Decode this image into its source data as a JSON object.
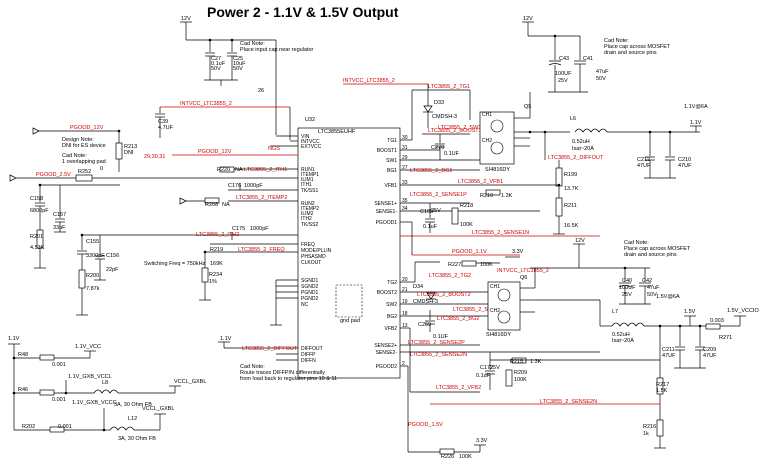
{
  "title": "Power 2 - 1.1V & 1.5V Output",
  "ic": {
    "ref": "U32",
    "part": "LTC3855EUHF",
    "pins_left": [
      "VIN",
      "INTVCC",
      "EXTVCC",
      "RUN1",
      "ITEMP1",
      "ILIM1",
      "ITH1",
      "TK/SS1",
      "RUN2",
      "ITEMP2",
      "ILIM2",
      "ITH2",
      "TK/SS2",
      "FREQ",
      "MODE/PLLIN",
      "PHSASMD",
      "CLKOUT",
      "SGND1",
      "SGND2",
      "PGND1",
      "PGND2",
      "NC",
      "DIFFOUT",
      "DIFFP",
      "DIFFN"
    ],
    "pins_right": [
      "TG1",
      "BOOST1",
      "SW1",
      "BG1",
      "VFB1",
      "SENSE1+",
      "SENSE1-",
      "PGOOD1",
      "TG2",
      "BOOST2",
      "SW2",
      "BG2",
      "VFB2",
      "SENSE2+",
      "SENSE2-",
      "PGOOD2"
    ],
    "pin_numbers_right": [
      "30",
      "31",
      "29",
      "27",
      "33",
      "35",
      "34",
      "",
      "20",
      "21",
      "19",
      "18",
      "13",
      "",
      "",
      "2"
    ]
  },
  "nets": {
    "v12": "12V",
    "intvcc": "INTVCC_LTC3855_2",
    "pgood_12v": "PGOOD_12V",
    "pgood_25v": "PGOOD_2.5V",
    "tg1": "LTC3855_2_TG1",
    "boost1": "LTC3855_2_BOOST1",
    "sw1": "LTC3855_2_SW1",
    "bg1": "LTC3855_2_BG1",
    "vfb1": "LTC3855_2_VFB1",
    "sense1p": "LTC3855_2_SENSE1P",
    "sense1n": "LTC3855_2_SENSE1N",
    "ith1": "LTC3855_2_ITH1",
    "itemp1": "LTC3855_2_ITEMP1",
    "ith2": "LTC3855_2_ITH2",
    "itemp2": "LTC3855_2_ITEMP2",
    "freq": "LTC3855_2_FREQ",
    "diffout": "LTC3855_2_DIFFOUT",
    "diffout2": "LTC3855_2_DIFFOUT",
    "pgood_11v": "PGOOD_1.1V",
    "tg2": "LTC3855_2_TG2",
    "boost2": "LTC3855_2_BOOST2",
    "sw2": "LTC3855_2_SW2",
    "bg2": "LTC3855_2_BG2",
    "vfb2": "LTC3855_2_VFB2",
    "sense2p": "LTC3855_2_SENSE2P",
    "sense2n": "LTC3855_2_SENSE2N",
    "pgood_15v": "PGOOD_1.5V",
    "v11_out": "1.1V@6A",
    "v11": "1.1V",
    "v15_out": "1.5V@6A",
    "v15": "1.5V",
    "vccio": "1.5V_VCCIO",
    "v11_vcc": "1.1V_VCC",
    "v11_gxb_vccl": "1.1V_GXB_VCCL",
    "v11_gxb_vccc": "1.1V_GXB_VCCC",
    "vccl_gxbl": "VCCL_GXBL",
    "vccl_gxbl2": "VCCL_GXBL",
    "v33": "3.3V",
    "ngs": "NGS",
    "num_2930": "29,30,31",
    "num_26": "26",
    "num_0": "0",
    "v12b": "12V",
    "v12c": "12V",
    "intvcc2": "INTVCC_LTC3855_2",
    "v11b": "1.1V",
    "v11c": "1.1V",
    "v12d": "12V"
  },
  "notes": {
    "input_cap": [
      "Cad Note:",
      "Place input cap near regulator"
    ],
    "mosfet1": [
      "Cad Note:",
      "Place cap across MOSFET",
      "drain and source pins"
    ],
    "mosfet2": [
      "Cad Note:",
      "Place cap across MOSFET",
      "drain and source pins"
    ],
    "design": [
      "Design Note:",
      "DNI for ES device"
    ],
    "overlap": [
      "Cad Note:",
      "1 overlapping pad"
    ],
    "diff": [
      "Cad Note:",
      "Route traces DIFFP/N differentially",
      "from load back to regulator pins 10 & 11"
    ],
    "switching": "Switching Freq = 750kHz",
    "gnd_pad": "gnd pad"
  },
  "parts": {
    "C27": [
      "C27",
      "0.1uF",
      "50V"
    ],
    "C25": [
      "C25",
      "10uF",
      "50V"
    ],
    "C39": [
      "C39",
      "4.7UF"
    ],
    "C43": [
      "C43",
      "100UF",
      "25V"
    ],
    "C41": [
      "C41",
      "47uF",
      "50V"
    ],
    "D33": [
      "D33",
      "CMDSH-3"
    ],
    "Q5": [
      "Q5",
      "SI4816DY"
    ],
    "C270": [
      "C270",
      "0.1UF"
    ],
    "L6": [
      "L6",
      "0.52uH",
      "Isat~20A"
    ],
    "C212": [
      "C212",
      "47UF"
    ],
    "C210": [
      "C210",
      "47UF"
    ],
    "R199": [
      "R199",
      "13.7K"
    ],
    "R211": [
      "R211",
      "16.5K"
    ],
    "R213": [
      "R213",
      "DNI"
    ],
    "R252": [
      "R252",
      "0"
    ],
    "R220": [
      "R220",
      "NA"
    ],
    "C176": [
      "C176",
      "1000pF"
    ],
    "R208": [
      "R208",
      "NA"
    ],
    "C158": [
      "C158",
      "6800pF"
    ],
    "R201": [
      "R201",
      "4.53K"
    ],
    "C157": [
      "C157",
      "33pF"
    ],
    "C155": [
      "C155",
      "3300pF"
    ],
    "R200": [
      "R200",
      "7.87k"
    ],
    "C156": [
      "C156",
      "22pF"
    ],
    "C175": [
      "C175",
      "1000pF"
    ],
    "R219": [
      "R219",
      "169K"
    ],
    "R234": [
      "R234",
      "1%"
    ],
    "C165": [
      "C165",
      "0.1uF",
      "25V"
    ],
    "R218": [
      "R218",
      "100K"
    ],
    "R210": [
      "R210",
      "1.3K"
    ],
    "R226": [
      "R226",
      "100K"
    ],
    "R227": [
      "R227",
      "100K"
    ],
    "C40": [
      "C40",
      "100UF",
      "25V"
    ],
    "C42": [
      "C42",
      "47uF",
      "50V"
    ],
    "D34": [
      "D34",
      "CMDSH-3"
    ],
    "Q6": [
      "Q6",
      "SI4816DY"
    ],
    "C269": [
      "C269",
      "0.1UF"
    ],
    "L7": [
      "L7",
      "0.52uH",
      "Isat~20A"
    ],
    "C211": [
      "C211",
      "47UF"
    ],
    "C209": [
      "C209",
      "47UF"
    ],
    "R271": [
      "R271",
      "0.003"
    ],
    "R217": [
      "R217",
      "1.5K"
    ],
    "R216": [
      "R216",
      "1k"
    ],
    "C172": [
      "C172",
      "0.1uF",
      "25V"
    ],
    "R209": [
      "R209",
      "100K"
    ],
    "R215": [
      "R215",
      "1.3K"
    ],
    "R48": [
      "R48",
      "0.001"
    ],
    "R46": [
      "R46",
      "0.001"
    ],
    "R202": [
      "R202",
      "0.001"
    ],
    "L8": [
      "L8",
      "3A, 30 Ohm FB"
    ],
    "L12": [
      "L12",
      "3A, 30 Ohm FB"
    ]
  }
}
